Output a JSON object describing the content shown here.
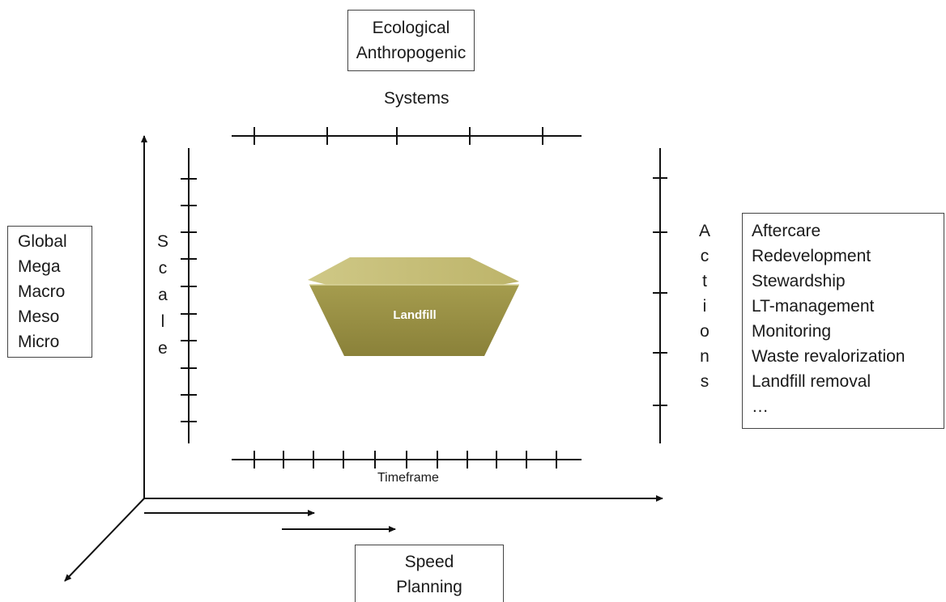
{
  "systems_box": {
    "lines": [
      "Ecological",
      "Anthropogenic"
    ]
  },
  "systems_label": "Systems",
  "scale_box": {
    "lines": [
      "Global",
      "Mega",
      "Macro",
      "Meso",
      "Micro"
    ]
  },
  "scale_label": [
    "S",
    "c",
    "a",
    "l",
    "e"
  ],
  "actions_label": [
    "A",
    "c",
    "t",
    "i",
    "o",
    "n",
    "s"
  ],
  "actions_box": {
    "lines": [
      "Aftercare",
      "Redevelopment",
      "Stewardship",
      "LT-management",
      "Monitoring",
      "Waste revalorization",
      "Landfill removal",
      "…"
    ]
  },
  "landfill_label": "Landfill",
  "timeframe_label": "Timeframe",
  "speed_box": {
    "lines": [
      "Speed",
      "Planning"
    ]
  },
  "colors": {
    "landfill_top": "#c9c27a",
    "landfill_front": "#938a42",
    "line": "#111111"
  }
}
